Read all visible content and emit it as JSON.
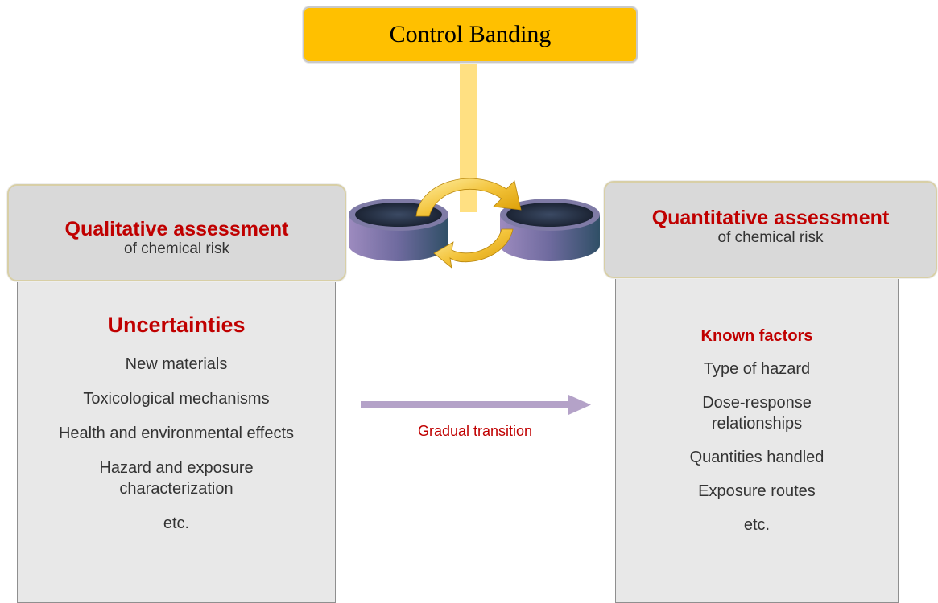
{
  "title": "Control Banding",
  "left": {
    "header": "Qualitative assessment",
    "subheader": "of chemical risk",
    "list_heading": "Uncertainties",
    "items": [
      "New materials",
      "Toxicological mechanisms",
      "Health and environmental effects",
      "Hazard and exposure characterization",
      "etc."
    ]
  },
  "right": {
    "header": "Quantitative assessment",
    "subheader": "of chemical risk",
    "list_heading": "Known factors",
    "items": [
      "Type of hazard",
      "Dose-response relationships",
      "Quantities handled",
      "Exposure routes",
      "etc."
    ]
  },
  "transition_label": "Gradual transition",
  "colors": {
    "title_fill": "#ffc000",
    "accent_red": "#c00000",
    "panel_fill": "#e8e8e8",
    "arrow_purple": "#b4a2c8"
  }
}
